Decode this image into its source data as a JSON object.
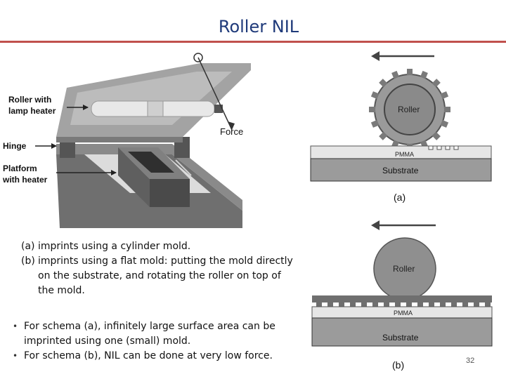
{
  "slide": {
    "title": "Roller NIL",
    "page_number": "32",
    "colors": {
      "title": "#1f3a7a",
      "rule": "#c0504d"
    }
  },
  "figure_machine": {
    "labels": {
      "roller": "Roller with",
      "roller2": "lamp heater",
      "hinge": "Hinge",
      "platform": "Platform",
      "platform2": "with heater",
      "force": "Force"
    }
  },
  "figure_a": {
    "roller": "Roller",
    "resist": "PMMA",
    "substrate": "Substrate",
    "caption": "(a)"
  },
  "figure_b": {
    "roller": "Roller",
    "resist": "PMMA",
    "substrate": "Substrate",
    "caption": "(b)"
  },
  "schema_list": [
    {
      "marker": "(a)",
      "text": "imprints using a cylinder mold."
    },
    {
      "marker": "(b)",
      "text": "imprints using a flat mold: putting the mold directly on the substrate, and rotating the roller on top of the mold."
    }
  ],
  "bullets": [
    {
      "text": "For schema (a), infinitely large surface area can be imprinted using one (small) mold."
    },
    {
      "text": "For schema (b), NIL can be done at very low force."
    }
  ]
}
